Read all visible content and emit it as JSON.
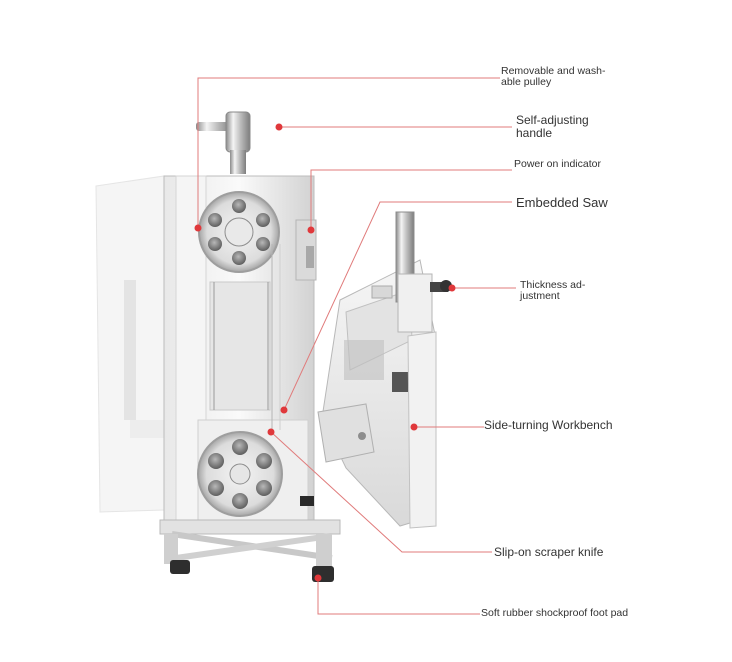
{
  "diagram": {
    "labels": {
      "pulley_line1": "Removable and wash-",
      "pulley_line2": "able pulley",
      "handle_line1": "Self-adjusting",
      "handle_line2": "handle",
      "indicator": "Power on indicator",
      "saw": "Embedded Saw",
      "thickness_line1": "Thickness ad-",
      "thickness_line2": "justment",
      "workbench": "Side-turning Workbench",
      "scraper": "Slip-on scraper knife",
      "foot": "Soft rubber shockproof foot pad"
    },
    "colors": {
      "leader_line": "#e07b7b",
      "marker_dot": "#e0383b",
      "steel_light": "#f2f2f2",
      "steel_mid": "#d6d6d6",
      "steel_dark": "#9a9a9a"
    }
  }
}
